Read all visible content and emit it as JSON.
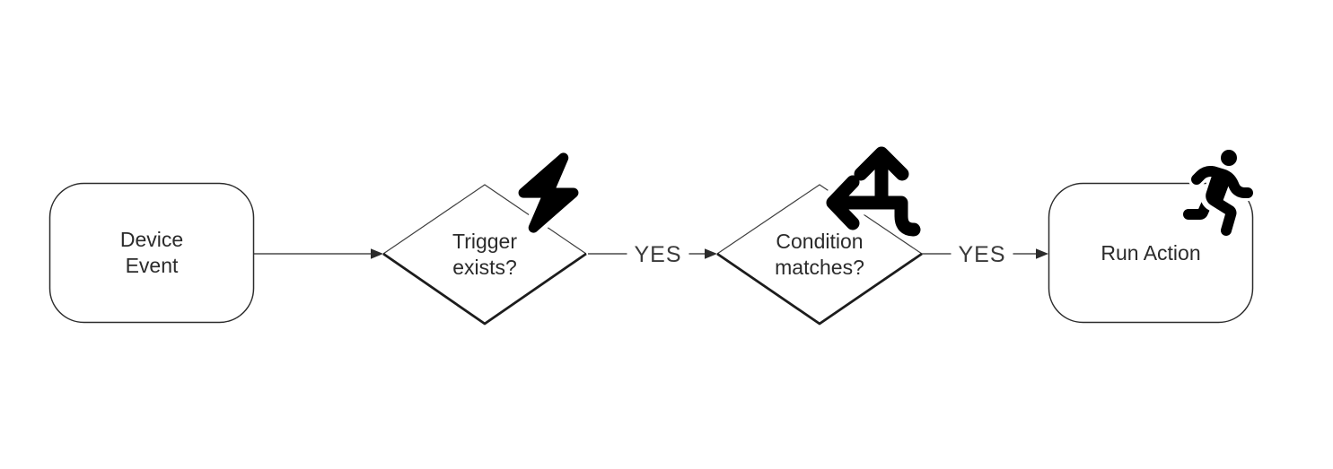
{
  "diagram": {
    "type": "flowchart",
    "direction": "left-to-right",
    "background_color": "#ffffff",
    "line_color": "#4a4a4a",
    "shape_border_color": "#2b2b2b",
    "text_color": "#2b2b2b",
    "icon_color": "#000000",
    "nodes": [
      {
        "id": "device-event",
        "shape": "rounded-rectangle",
        "label": "Device Event",
        "icon": ""
      },
      {
        "id": "trigger-exists",
        "shape": "diamond",
        "label": "Trigger exists?",
        "icon": "bolt"
      },
      {
        "id": "condition-matches",
        "shape": "diamond",
        "label": "Condition matches?",
        "icon": "arrows-split-up-and-left"
      },
      {
        "id": "run-action",
        "shape": "rounded-rectangle",
        "label": "Run Action",
        "icon": "person-running"
      }
    ],
    "edges": [
      {
        "from": "device-event",
        "to": "trigger-exists",
        "label": ""
      },
      {
        "from": "trigger-exists",
        "to": "condition-matches",
        "label": "YES"
      },
      {
        "from": "condition-matches",
        "to": "run-action",
        "label": "YES"
      }
    ]
  }
}
